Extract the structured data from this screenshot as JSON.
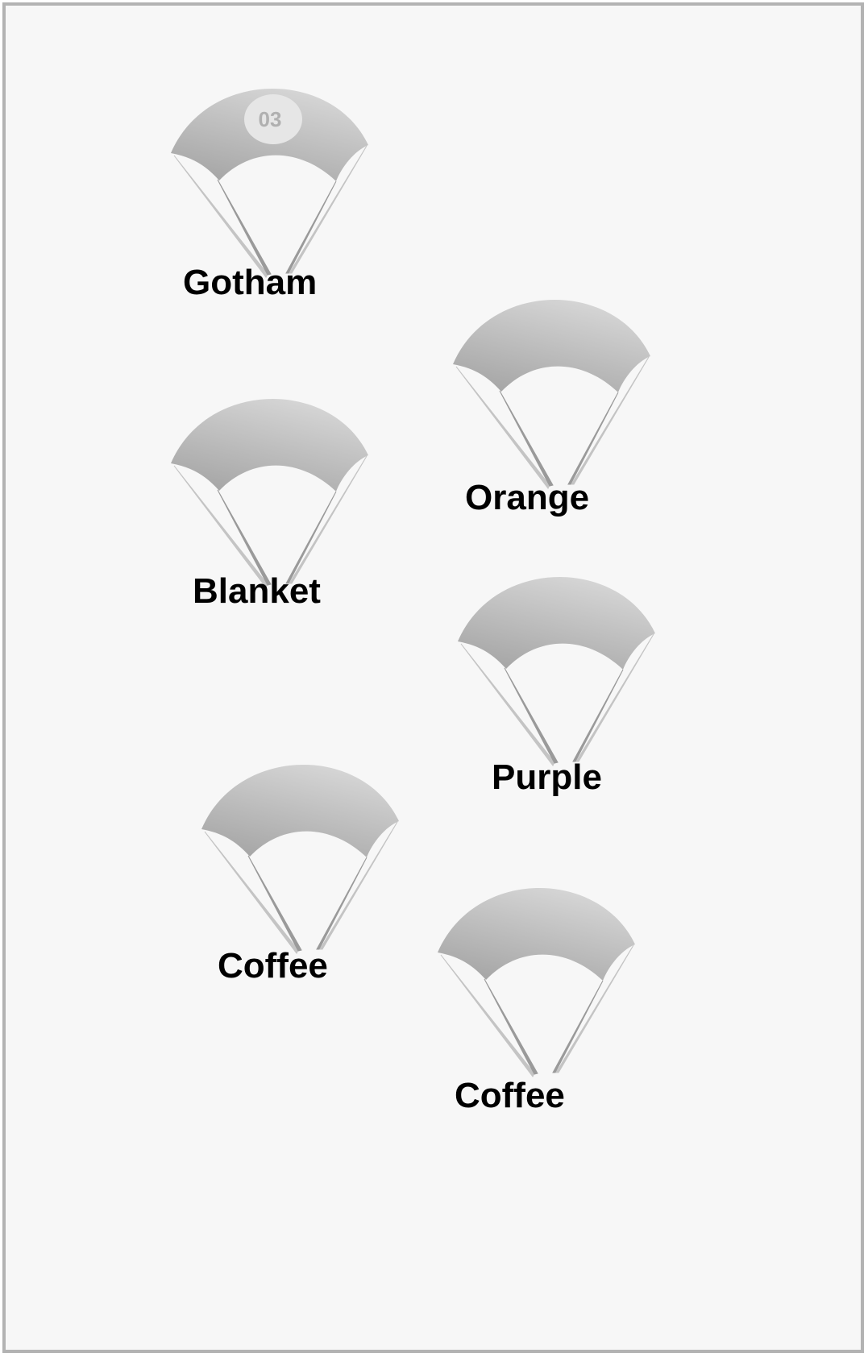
{
  "diagram": {
    "badge": {
      "text": "03"
    },
    "parachutes": [
      {
        "label": "Gotham"
      },
      {
        "label": "Orange"
      },
      {
        "label": "Blanket"
      },
      {
        "label": "Purple"
      },
      {
        "label": "Coffee"
      },
      {
        "label": "Coffee"
      }
    ]
  },
  "colors": {
    "canopy_light": "#d6d6d6",
    "canopy_dark": "#a8a8a8",
    "background": "#f7f7f7",
    "frame": "#b3b3b3",
    "label": "#000000",
    "badge_fill": "#e6e6e6",
    "badge_text": "#b0b0b0"
  }
}
